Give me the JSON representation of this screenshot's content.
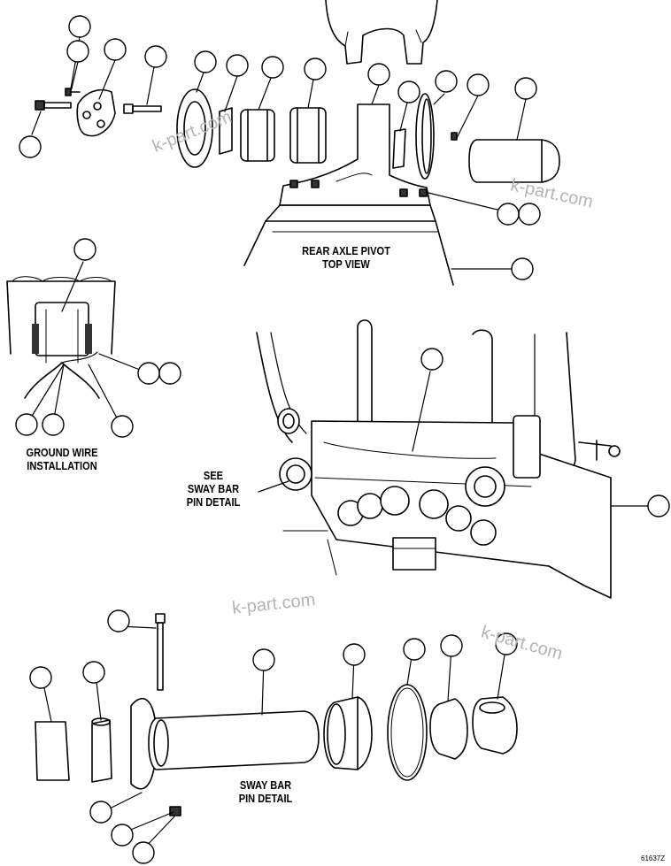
{
  "diagram": {
    "labels": {
      "rear_axle_pivot": [
        "REAR AXLE PIVOT",
        "TOP VIEW"
      ],
      "ground_wire": [
        "GROUND WIRE",
        "INSTALLATION"
      ],
      "see_sway_bar": [
        "SEE",
        "SWAY BAR",
        "PIN DETAIL"
      ],
      "sway_bar_detail": [
        "SWAY BAR",
        "PIN DETAIL"
      ]
    },
    "watermark": "k-part.com",
    "figure_code": "61637Z"
  }
}
